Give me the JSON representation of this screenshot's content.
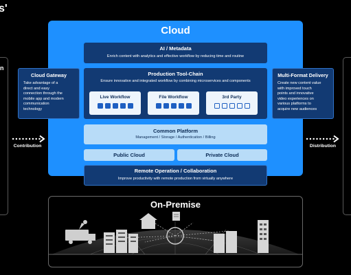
{
  "corner_glyph": "s'",
  "left_panel_fragment": "n",
  "cloud": {
    "title": "Cloud",
    "ai": {
      "title": "AI / Metadata",
      "desc": "Enrich content with analytics and effective workflow by reducing time and routine"
    },
    "production": {
      "title": "Production Tool-Chain",
      "desc": "Ensure innovative and integrated workflow by combining microservices and components",
      "workflows": [
        "Live Workflow",
        "File Workflow",
        "3rd Party"
      ]
    },
    "common": {
      "title": "Common Platform",
      "desc": "Management / Storage / Authentication / Billing"
    },
    "public_label": "Public Cloud",
    "private_label": "Private Cloud",
    "remote": {
      "title": "Remote Operation / Collaboration",
      "desc": "Improve productivity with remote production from virtually anywhere"
    }
  },
  "gateway": {
    "title": "Cloud Gateway",
    "lines": [
      "Take advantage of a",
      "direct and easy",
      "connection through the",
      "mobile app and modern",
      "communication",
      "technology"
    ]
  },
  "delivery": {
    "title": "Multi-Format Delivery",
    "lines": [
      "Create new content value",
      "with improved touch",
      "points and innovative",
      "video experiences on",
      "various platforms to",
      "acquire new audiences"
    ]
  },
  "contribution_label": "Contribution",
  "distribution_label": "Distribution",
  "onpremise": {
    "title": "On-Premise"
  },
  "colors": {
    "cloud": "#1e90ff",
    "navy": "#123a73",
    "light": "#b8dcf8",
    "background": "#000000"
  },
  "icons": [
    "satellite-truck-icon",
    "server-rack-icon",
    "house-icon",
    "document-icon",
    "network-hub-icon",
    "building-icon"
  ]
}
